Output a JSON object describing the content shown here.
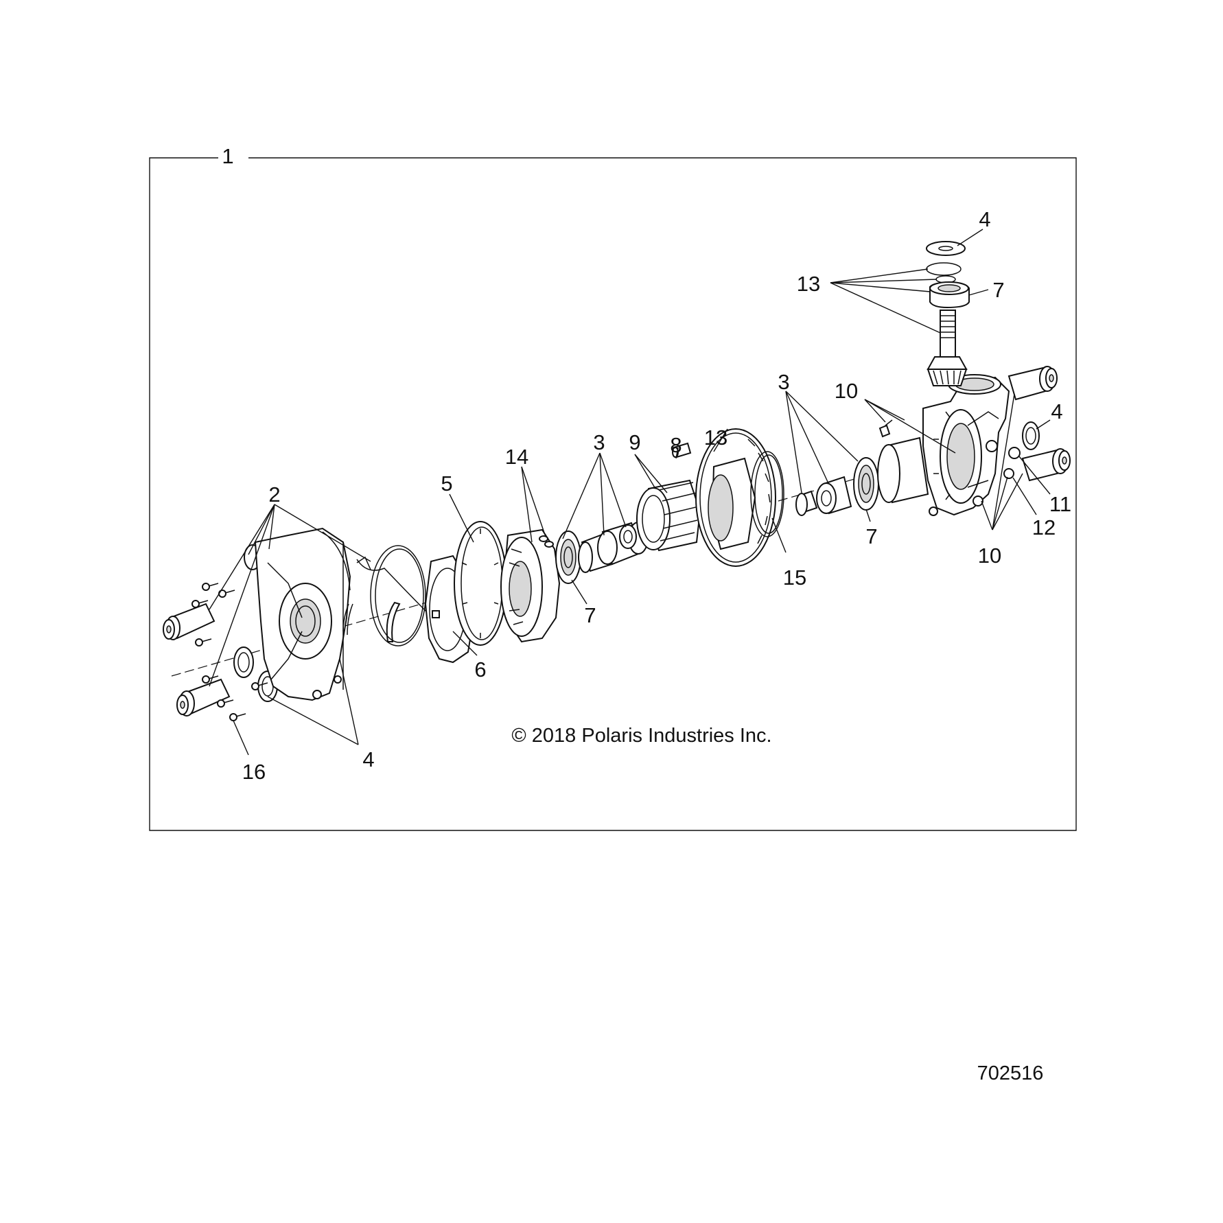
{
  "frame_label": "1",
  "copyright": "© 2018 Polaris Industries Inc.",
  "drawing_number": "702516",
  "callouts": {
    "c2": "2",
    "c3a": "3",
    "c3b": "3",
    "c4a": "4",
    "c4b": "4",
    "c4c": "4",
    "c5": "5",
    "c6": "6",
    "c7a": "7",
    "c7b": "7",
    "c7c": "7",
    "c8": "8",
    "c9": "9",
    "c10a": "10",
    "c10b": "10",
    "c11": "11",
    "c12": "12",
    "c13a": "13",
    "c13b": "13",
    "c14": "14",
    "c15": "15",
    "c16": "16"
  }
}
